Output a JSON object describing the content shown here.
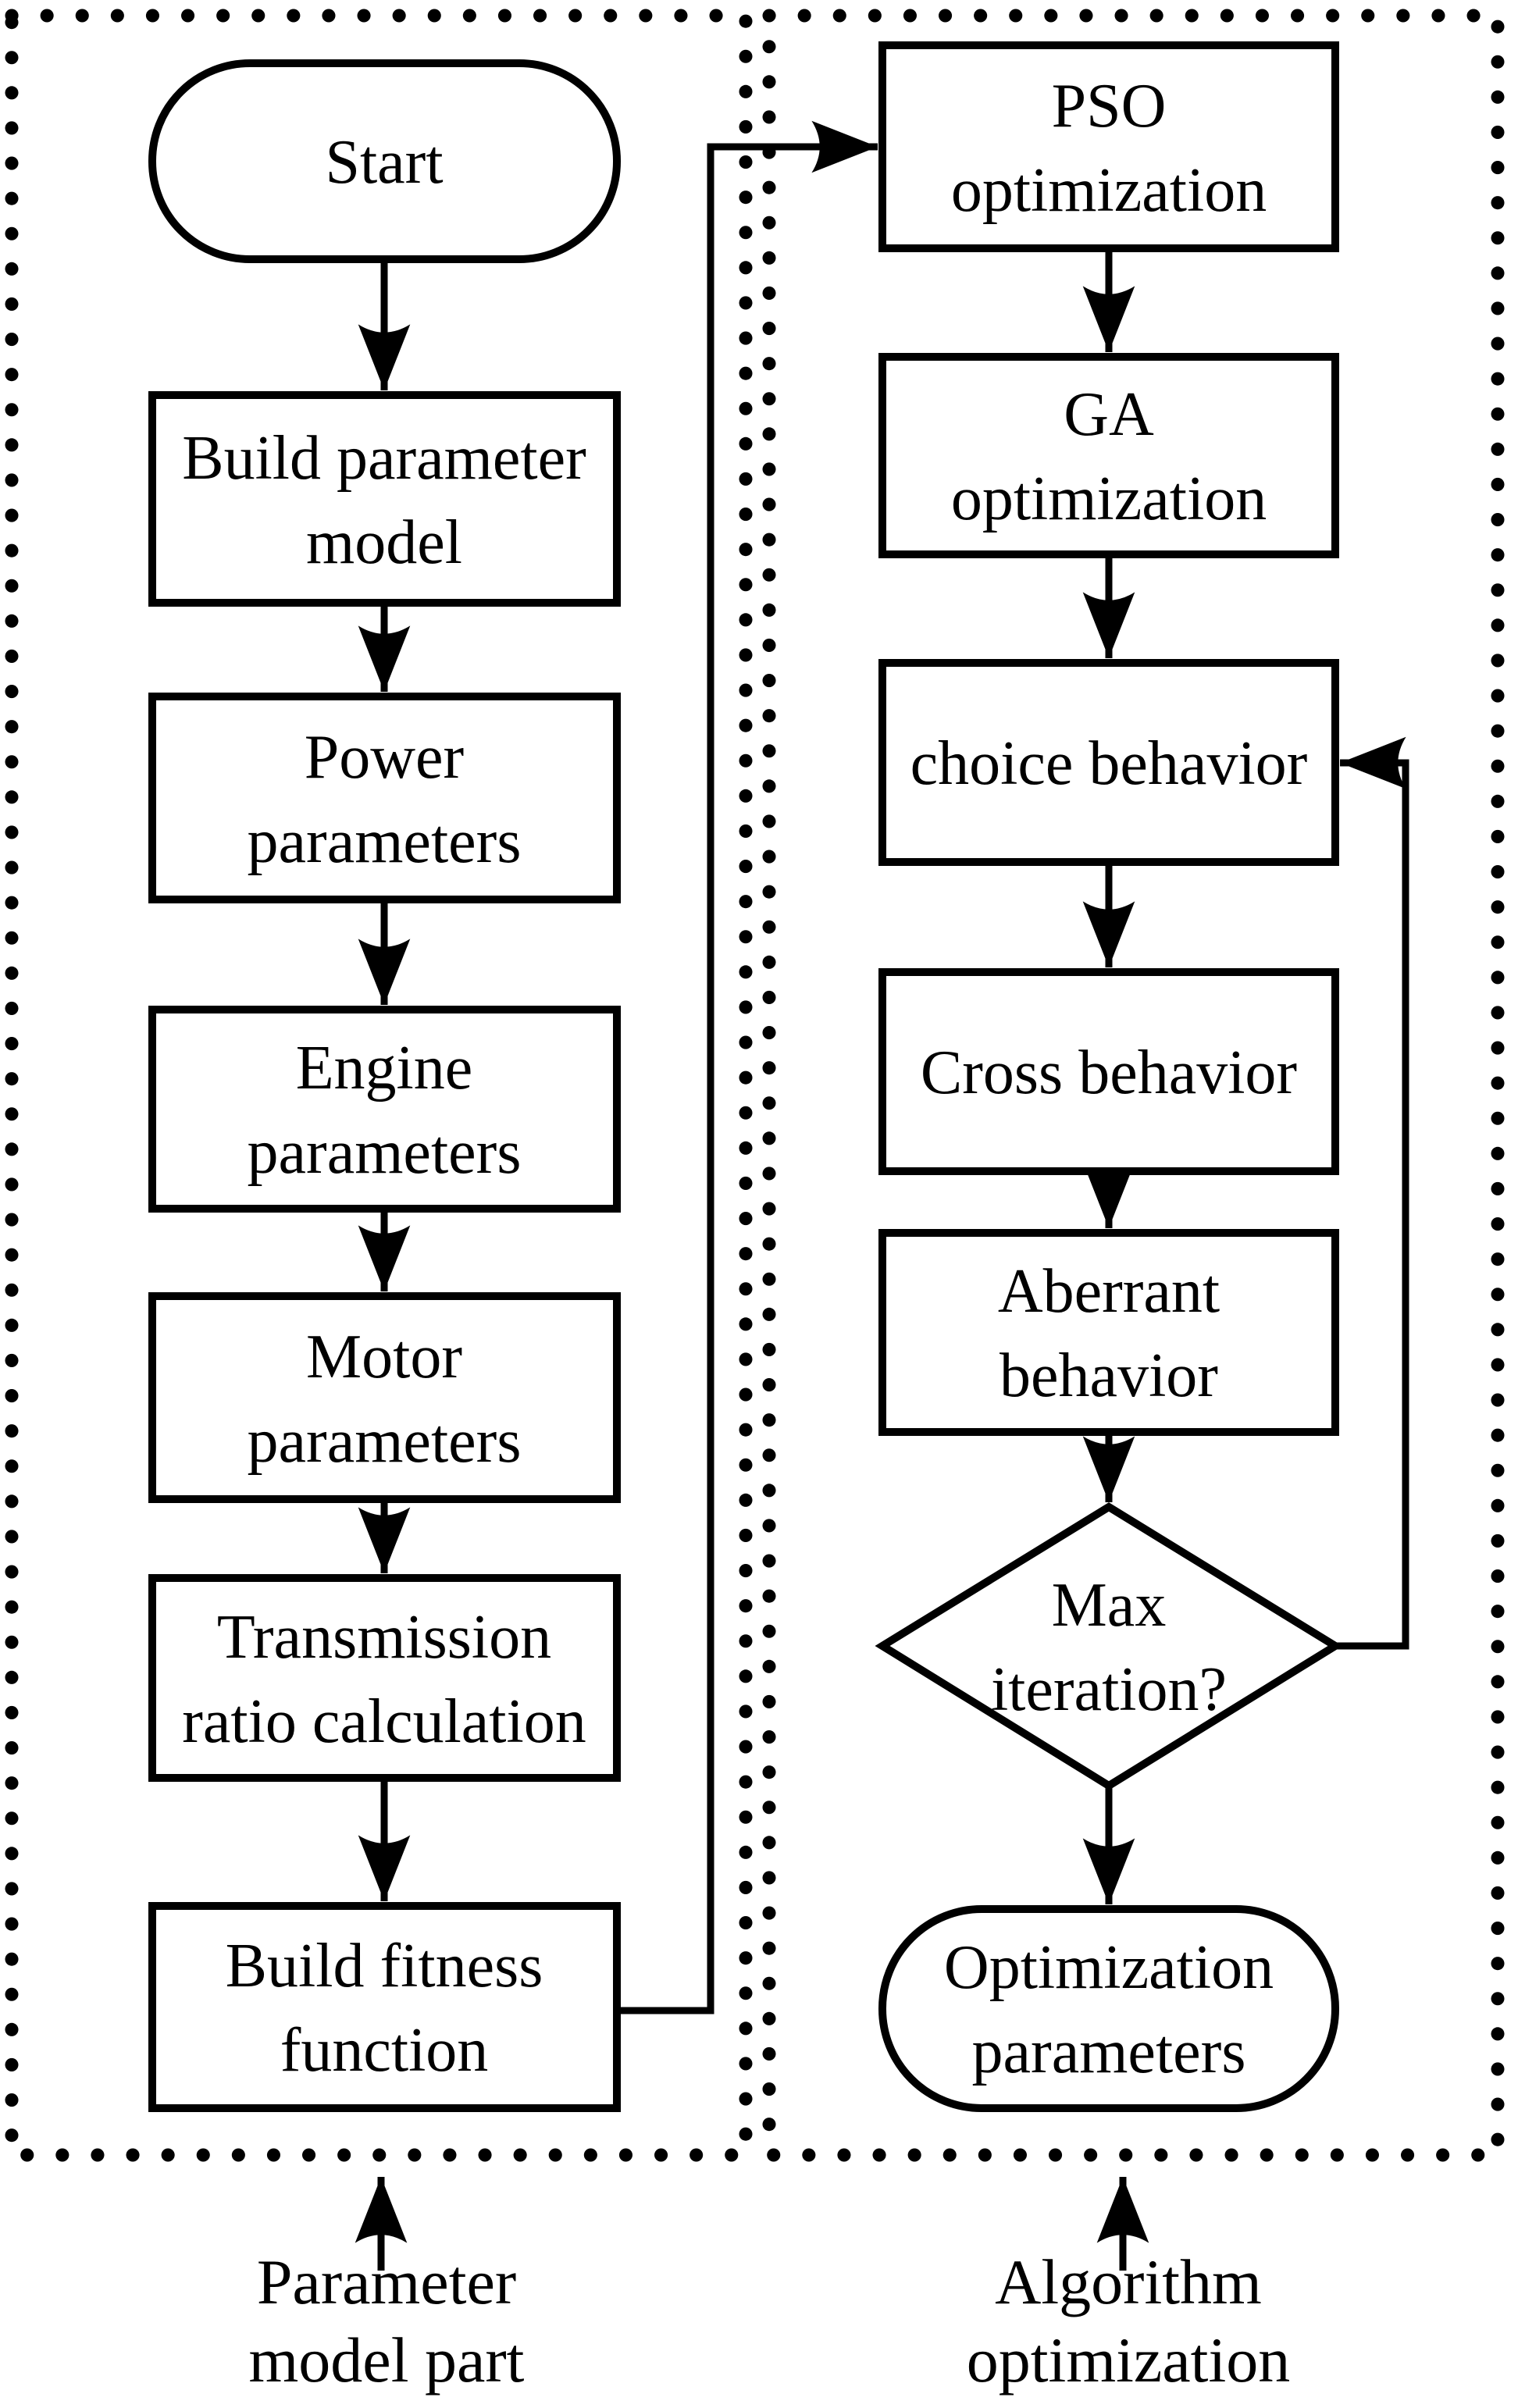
{
  "diagram": {
    "title": "PSO-GA optimization flowchart",
    "colors": {
      "stroke": "#000000",
      "background": "#ffffff"
    },
    "left_panel": {
      "caption_line1": "Parameter",
      "caption_line2": "model part",
      "start_label": "Start",
      "build_model_line1": "Build parameter",
      "build_model_line2": "model",
      "power_line1": "Power",
      "power_line2": "parameters",
      "engine_line1": "Engine",
      "engine_line2": "parameters",
      "motor_line1": "Motor",
      "motor_line2": "parameters",
      "transmission_line1": "Transmission",
      "transmission_line2": "ratio calculation",
      "fitness_line1": "Build fitness",
      "fitness_line2": "function"
    },
    "right_panel": {
      "caption_line1": "Algorithm",
      "caption_line2": "optimization",
      "pso_line1": "PSO",
      "pso_line2": "optimization",
      "ga_line1": "GA",
      "ga_line2": "optimization",
      "choice_label": "choice behavior",
      "cross_label": "Cross behavior",
      "aberrant_line1": "Aberrant",
      "aberrant_line2": "behavior",
      "decision_line1": "Max",
      "decision_line2": "iteration?",
      "output_line1": "Optimization",
      "output_line2": "parameters"
    }
  }
}
